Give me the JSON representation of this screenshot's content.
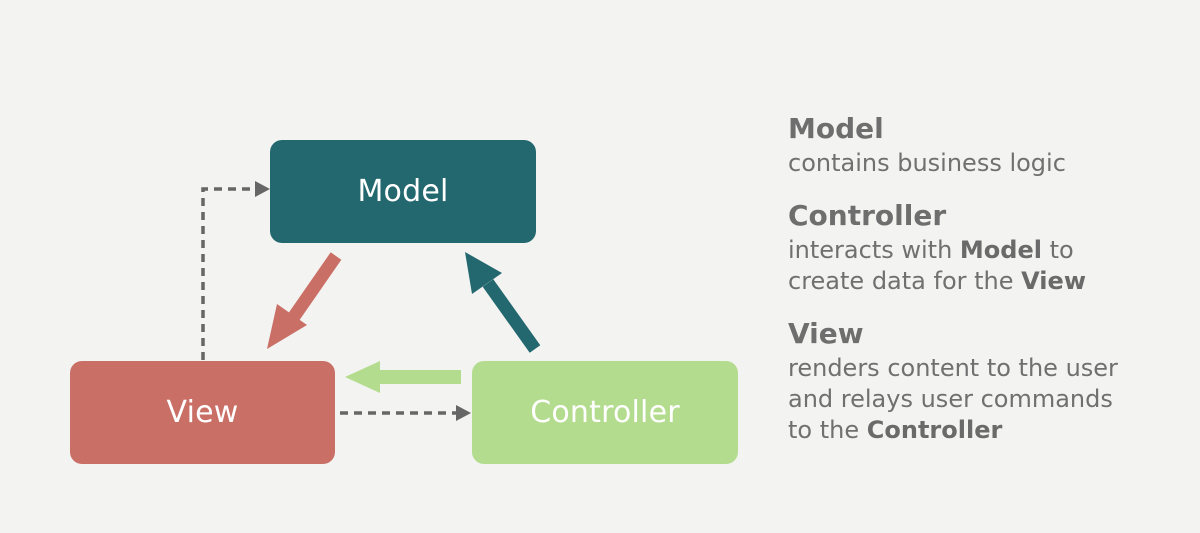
{
  "diagram": {
    "nodes": {
      "model": {
        "label": "Model"
      },
      "view": {
        "label": "View"
      },
      "controller": {
        "label": "Controller"
      }
    },
    "colors": {
      "model": "#23686f",
      "view": "#c96f66",
      "controller": "#b4dc8f",
      "dashed": "#666666",
      "background": "#f3f3f1",
      "text_gray": "#707070"
    },
    "edges": [
      {
        "from": "model",
        "to": "view",
        "style": "solid",
        "color": "#c96f66"
      },
      {
        "from": "controller",
        "to": "model",
        "style": "solid",
        "color": "#23686f"
      },
      {
        "from": "controller",
        "to": "view",
        "style": "solid",
        "color": "#b4dc8f"
      },
      {
        "from": "view",
        "to": "model",
        "style": "dashed",
        "color": "#666666"
      },
      {
        "from": "view",
        "to": "controller",
        "style": "dashed",
        "color": "#666666"
      }
    ]
  },
  "legend": {
    "model": {
      "title": "Model",
      "line1": "contains business logic"
    },
    "controller": {
      "title": "Controller",
      "line1_pre": "interacts with ",
      "line1_bold": "Model",
      "line1_post": " to",
      "line2_pre": "create data for the ",
      "line2_bold": "View"
    },
    "view": {
      "title": "View",
      "line1": "renders content to the user",
      "line2": "and relays user commands",
      "line3_pre": "to the ",
      "line3_bold": "Controller"
    }
  }
}
